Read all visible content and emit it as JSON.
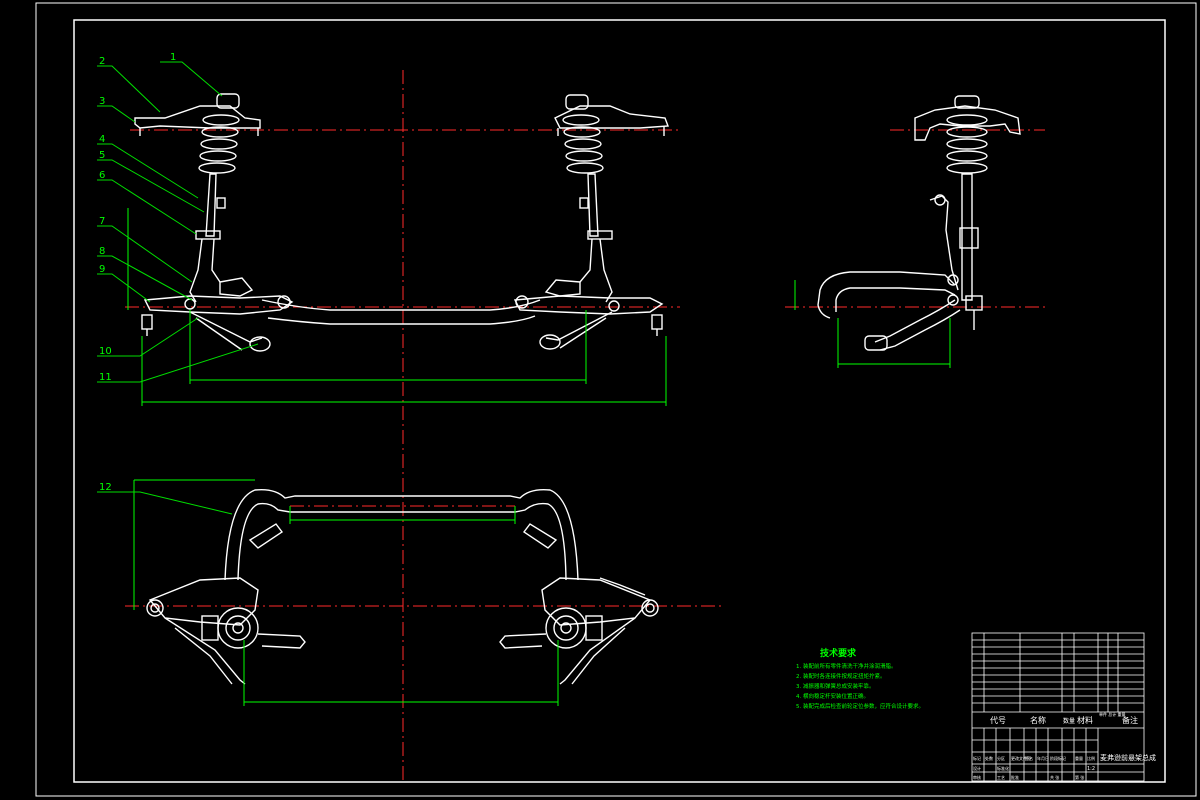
{
  "colors": {
    "background": "#000000",
    "outline": "#ffffff",
    "center_line": "#ff2a2a",
    "leader": "#00dd00",
    "dimension": "#00ff00"
  },
  "balloons": [
    "1",
    "2",
    "3",
    "4",
    "5",
    "6",
    "7",
    "8",
    "9",
    "10",
    "11",
    "12"
  ],
  "tech_requirements": {
    "title": "技术要求",
    "items": [
      "1. 装配前所有零件清洗干净并涂润滑脂。",
      "2. 装配时各连接件按规定扭矩拧紧。",
      "3. 减振器和弹簧总成安装牢靠。",
      "4. 横向稳定杆安装位置正确。",
      "5. 装配完成后检查前轮定位参数，应符合设计要求。"
    ]
  },
  "title_block": {
    "drawing_title": "麦弗逊前悬架总成",
    "header_labels": [
      "代号",
      "名称",
      "数量",
      "材料",
      "单件 总计 重量",
      "备注"
    ],
    "approval_labels": [
      "标记",
      "处数",
      "分区",
      "更改文件号",
      "签名",
      "年月日"
    ],
    "sign_labels": [
      "设计",
      "标准化",
      "审核",
      "工艺",
      "批准"
    ],
    "stage_labels": [
      "阶段标记",
      "重量",
      "比例"
    ],
    "scale": "1:2",
    "sheet_labels": [
      "共 张",
      "第 张"
    ]
  }
}
